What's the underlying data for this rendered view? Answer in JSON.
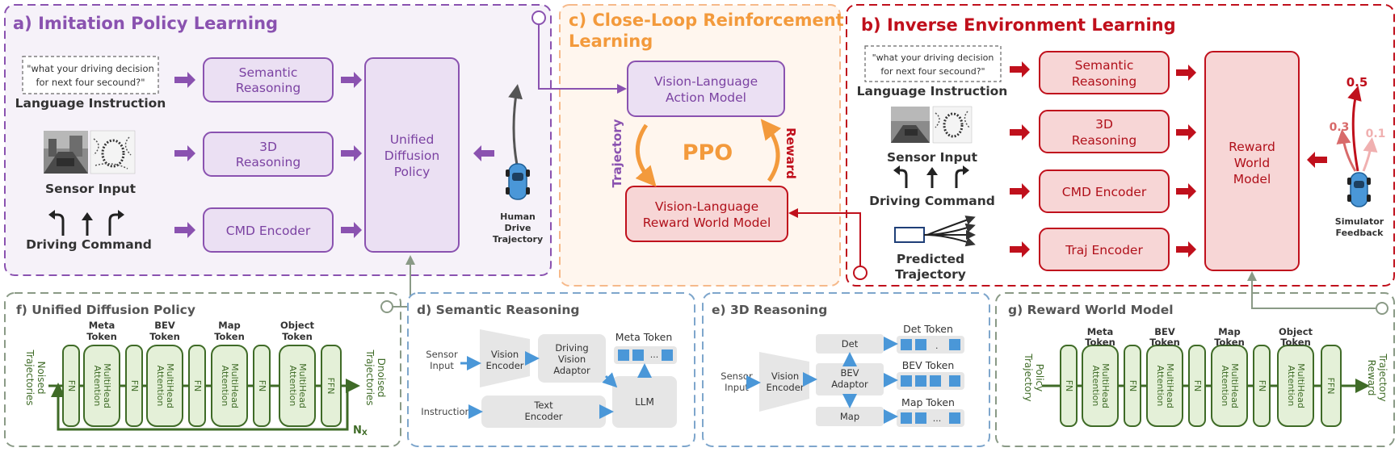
{
  "panels": {
    "a": {
      "title": "a) Imitation Policy Learning",
      "instruction_quote_line1": "\"what your driving decision",
      "instruction_quote_line2": "for next four secound?\"",
      "language_instruction": "Language Instruction",
      "sensor_input": "Sensor Input",
      "driving_command": "Driving Command",
      "semantic_line1": "Semantic",
      "semantic_line2": "Reasoning",
      "three_d_line1": "3D",
      "three_d_line2": "Reasoning",
      "cmd_encoder": "CMD Encoder",
      "udp_line1": "Unified",
      "udp_line2": "Diffusion",
      "udp_line3": "Policy",
      "human_line1": "Human",
      "human_line2": "Drive",
      "human_line3": "Trajectory"
    },
    "c": {
      "title_line1": "c) Close-Loop Reinforcement",
      "title_line2": "Learning",
      "vla_line1": "Vision-Language",
      "vla_line2": "Action Model",
      "ppo": "PPO",
      "trajectory": "Trajectory",
      "reward": "Reward",
      "vlrwm_line1": "Vision-Language",
      "vlrwm_line2": "Reward World Model"
    },
    "b": {
      "title": "b) Inverse Environment Learning",
      "instruction_quote_line1": "\"what your driving decision",
      "instruction_quote_line2": "for next four secound?\"",
      "language_instruction": "Language Instruction",
      "sensor_input": "Sensor Input",
      "driving_command": "Driving Command",
      "predicted_line1": "Predicted",
      "predicted_line2": "Trajectory",
      "semantic_line1": "Semantic",
      "semantic_line2": "Reasoning",
      "three_d_line1": "3D",
      "three_d_line2": "Reasoning",
      "cmd_encoder": "CMD Encoder",
      "traj_encoder": "Traj Encoder",
      "rwm_line1": "Reward",
      "rwm_line2": "World",
      "rwm_line3": "Model",
      "score_high": "0.5",
      "score_mid": "0.3",
      "score_low": "0.1",
      "simulator_line1": "Simulator",
      "simulator_line2": "Feedback"
    },
    "f": {
      "title": "f) Unified Diffusion Policy",
      "input_line1": "Noised",
      "input_line2": "Trajectories",
      "output_line1": "Dnoised",
      "output_line2": "Trajectories",
      "token_meta_1": "Meta",
      "token_meta_2": "Token",
      "token_bev_1": "BEV",
      "token_bev_2": "Token",
      "token_map_1": "Map",
      "token_map_2": "Token",
      "token_obj_1": "Object",
      "token_obj_2": "Token",
      "fn": "FN",
      "ffn": "FFN",
      "mha_line1": "MultiHead",
      "mha_line2": "Attention",
      "nx": "N",
      "nx_sub": "X"
    },
    "d": {
      "title": "d) Semantic Reasoning",
      "sensor_line1": "Sensor",
      "sensor_line2": "Input",
      "instruction": "Instruction",
      "vision_encoder_line1": "Vision",
      "vision_encoder_line2": "Encoder",
      "adaptor_line1": "Driving",
      "adaptor_line2": "Vision",
      "adaptor_line3": "Adaptor",
      "text_encoder_line1": "Text",
      "text_encoder_line2": "Encoder",
      "llm": "LLM",
      "meta_token": "Meta Token",
      "dots": "..."
    },
    "e": {
      "title": "e) 3D Reasoning",
      "sensor_line1": "Sensor",
      "sensor_line2": "Input",
      "vision_encoder_line1": "Vision",
      "vision_encoder_line2": "Encoder",
      "det": "Det",
      "bev_adaptor_line1": "BEV",
      "bev_adaptor_line2": "Adaptor",
      "map": "Map",
      "det_token": "Det Token",
      "bev_token": "BEV Token",
      "map_token": "Map Token",
      "dots": "...",
      "dot": "."
    },
    "g": {
      "title": "g) Reward World Model",
      "input_line1": "Policy",
      "input_line2": "Trajectory",
      "output_line1": "Trajectory",
      "output_line2": "Reward",
      "token_meta_1": "Meta",
      "token_meta_2": "Token",
      "token_bev_1": "BEV",
      "token_bev_2": "Token",
      "token_map_1": "Map",
      "token_map_2": "Token",
      "token_obj_1": "Object",
      "token_obj_2": "Token",
      "fn": "FN",
      "ffn": "FFN",
      "mha_line1": "MultiHead",
      "mha_line2": "Attention"
    }
  },
  "colors": {
    "purple": "#8a52b0",
    "purple_fill": "#ebe0f3",
    "purple_bg": "#f6f2f9",
    "orange": "#f39a3c",
    "orange_bg": "#fff6ee",
    "red": "#c0101c",
    "red_fill": "#f7d6d6",
    "green": "#3f6b27",
    "green_fill": "#e4f0d8",
    "gray_border": "#8a9a86",
    "blue_border": "#7ea6cc",
    "blue": "#4a97d8",
    "box_gray": "#e6e6e6"
  }
}
